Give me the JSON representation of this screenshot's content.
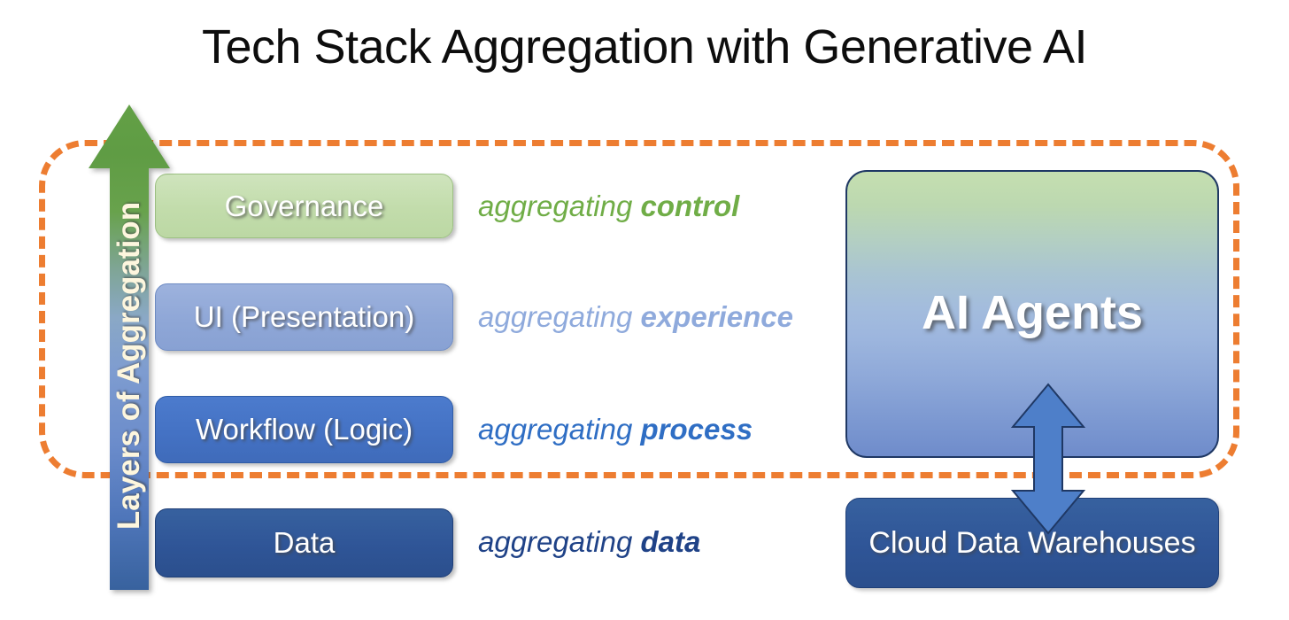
{
  "diagram": {
    "title": "Tech Stack Aggregation with Generative AI",
    "boundary": {
      "name": "aggregation-boundary",
      "style": "orange-dashed-rounded-rectangle",
      "color": "#ed7d31"
    },
    "arrow": {
      "label": "Layers of Aggregation",
      "direction": "up",
      "gradient_from": "#4a8b3a",
      "gradient_to": "#2f5597"
    },
    "layers": [
      {
        "label": "Governance",
        "annotation_lead": "aggregating ",
        "annotation_emph": "control",
        "color": "#c2dcab",
        "annotation_color": "#70ad47"
      },
      {
        "label": "UI (Presentation)",
        "annotation_lead": "aggregating ",
        "annotation_emph": "experience",
        "color": "#8fa7d7",
        "annotation_color": "#8faadc"
      },
      {
        "label": "Workflow (Logic)",
        "annotation_lead": "aggregating ",
        "annotation_emph": "process",
        "color": "#4472c4",
        "annotation_color": "#2f6ec4"
      },
      {
        "label": "Data",
        "annotation_lead": "aggregating ",
        "annotation_emph": "data",
        "color": "#2f5597",
        "annotation_color": "#1f4287"
      }
    ],
    "right_column": {
      "agents_box_label": "AI Agents",
      "agents_box_gradient_from": "#c5dfb0",
      "agents_box_gradient_to": "#6f8ccb",
      "warehouse_box_label": "Cloud Data Warehouses",
      "warehouse_box_color": "#2f5597",
      "connector": "bidirectional-vertical-arrow",
      "connector_color": "#4472c4"
    }
  }
}
